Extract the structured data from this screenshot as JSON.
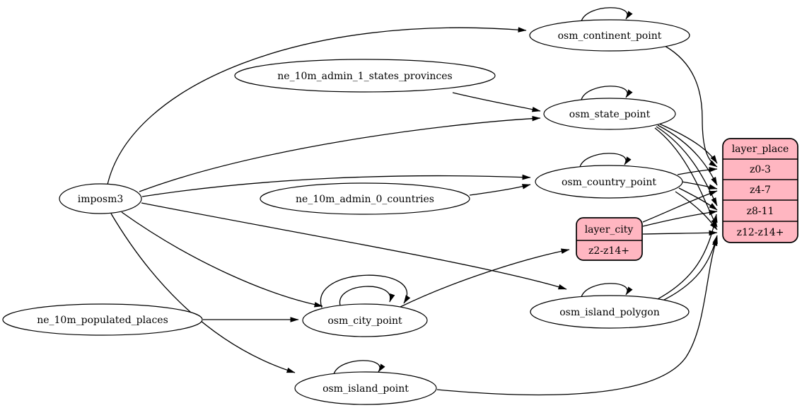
{
  "colors": {
    "background": "#ffffff",
    "node_fill": "#ffffff",
    "record_fill": "#ffb6c1",
    "stroke": "#000000"
  },
  "nodes": {
    "imposm3": {
      "label": "imposm3",
      "type": "source"
    },
    "ne_10m_admin_1_states_provinces": {
      "label": "ne_10m_admin_1_states_provinces",
      "type": "source-table"
    },
    "ne_10m_admin_0_countries": {
      "label": "ne_10m_admin_0_countries",
      "type": "source-table"
    },
    "ne_10m_populated_places": {
      "label": "ne_10m_populated_places",
      "type": "source-table"
    },
    "osm_continent_point": {
      "label": "osm_continent_point",
      "type": "table"
    },
    "osm_state_point": {
      "label": "osm_state_point",
      "type": "table"
    },
    "osm_country_point": {
      "label": "osm_country_point",
      "type": "table"
    },
    "osm_island_polygon": {
      "label": "osm_island_polygon",
      "type": "table"
    },
    "osm_city_point": {
      "label": "osm_city_point",
      "type": "table"
    },
    "osm_island_point": {
      "label": "osm_island_point",
      "type": "table"
    }
  },
  "records": {
    "layer_city": {
      "title": "layer_city",
      "rows": [
        "z2-z14+"
      ]
    },
    "layer_place": {
      "title": "layer_place",
      "rows": [
        "z0-3",
        "z4-7",
        "z8-11",
        "z12-z14+"
      ]
    }
  },
  "edges": [
    {
      "from": "imposm3",
      "to": "osm_continent_point"
    },
    {
      "from": "imposm3",
      "to": "osm_state_point"
    },
    {
      "from": "imposm3",
      "to": "osm_country_point"
    },
    {
      "from": "imposm3",
      "to": "osm_island_polygon"
    },
    {
      "from": "imposm3",
      "to": "osm_city_point"
    },
    {
      "from": "imposm3",
      "to": "osm_island_point"
    },
    {
      "from": "ne_10m_admin_1_states_provinces",
      "to": "osm_state_point"
    },
    {
      "from": "ne_10m_admin_0_countries",
      "to": "osm_country_point"
    },
    {
      "from": "ne_10m_populated_places",
      "to": "osm_city_point"
    },
    {
      "from": "osm_continent_point",
      "to": "osm_continent_point",
      "self_loop": true
    },
    {
      "from": "osm_state_point",
      "to": "osm_state_point",
      "self_loop": true
    },
    {
      "from": "osm_country_point",
      "to": "osm_country_point",
      "self_loop": true
    },
    {
      "from": "osm_island_polygon",
      "to": "osm_island_polygon",
      "self_loop": true
    },
    {
      "from": "osm_island_point",
      "to": "osm_island_point",
      "self_loop": true
    },
    {
      "from": "osm_city_point",
      "to": "osm_city_point",
      "self_loop": true
    },
    {
      "from": "osm_city_point",
      "to": "osm_city_point",
      "self_loop": true
    },
    {
      "from": "osm_city_point",
      "to": "layer_city",
      "port": "z2-z14+"
    },
    {
      "from": "osm_continent_point",
      "to": "layer_place",
      "port": "z0-3"
    },
    {
      "from": "osm_state_point",
      "to": "layer_place",
      "port": "z0-3"
    },
    {
      "from": "osm_state_point",
      "to": "layer_place",
      "port": "z4-7"
    },
    {
      "from": "osm_state_point",
      "to": "layer_place",
      "port": "z8-11"
    },
    {
      "from": "osm_state_point",
      "to": "layer_place",
      "port": "z12-z14+"
    },
    {
      "from": "osm_country_point",
      "to": "layer_place",
      "port": "z0-3"
    },
    {
      "from": "osm_country_point",
      "to": "layer_place",
      "port": "z4-7"
    },
    {
      "from": "osm_country_point",
      "to": "layer_place",
      "port": "z8-11"
    },
    {
      "from": "osm_country_point",
      "to": "layer_place",
      "port": "z12-z14+"
    },
    {
      "from": "layer_city",
      "to": "layer_place",
      "port": "z4-7"
    },
    {
      "from": "layer_city",
      "to": "layer_place",
      "port": "z8-11"
    },
    {
      "from": "layer_city",
      "to": "layer_place",
      "port": "z12-z14+"
    },
    {
      "from": "osm_island_polygon",
      "to": "layer_place",
      "port": "z8-11"
    },
    {
      "from": "osm_island_polygon",
      "to": "layer_place",
      "port": "z12-z14+"
    },
    {
      "from": "osm_island_point",
      "to": "layer_place",
      "port": "z12-z14+"
    }
  ]
}
